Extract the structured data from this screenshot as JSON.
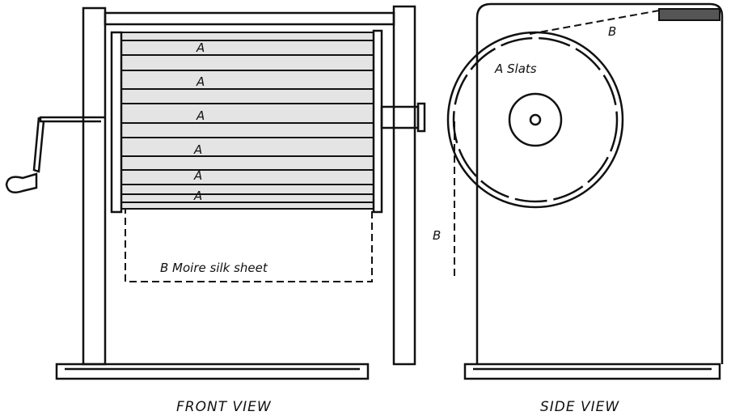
{
  "front_view": {
    "caption": "FRONT VIEW",
    "slat_labels": [
      "A",
      "A",
      "A",
      "A",
      "A",
      "A"
    ],
    "sheet_label": "B  Moire silk sheet"
  },
  "side_view": {
    "caption": "SIDE VIEW",
    "slats_label": "A  Slats",
    "sheet_label_top": "B",
    "sheet_label_side": "B"
  }
}
